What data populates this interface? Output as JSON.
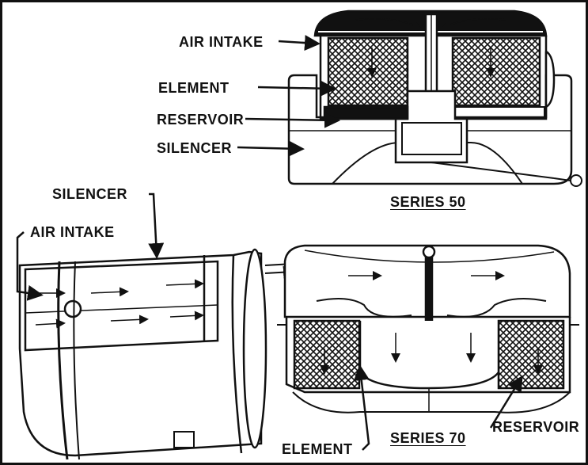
{
  "figure": {
    "top_labels": {
      "air_intake": "AIR INTAKE",
      "element": "ELEMENT",
      "reservoir": "RESERVOIR",
      "silencer": "SILENCER"
    },
    "top_caption": "SERIES 50",
    "bottom_labels": {
      "silencer": "SILENCER",
      "air_intake": "AIR INTAKE",
      "element": "ELEMENT",
      "reservoir": "RESERVOIR"
    },
    "bottom_caption": "SERIES 70"
  }
}
